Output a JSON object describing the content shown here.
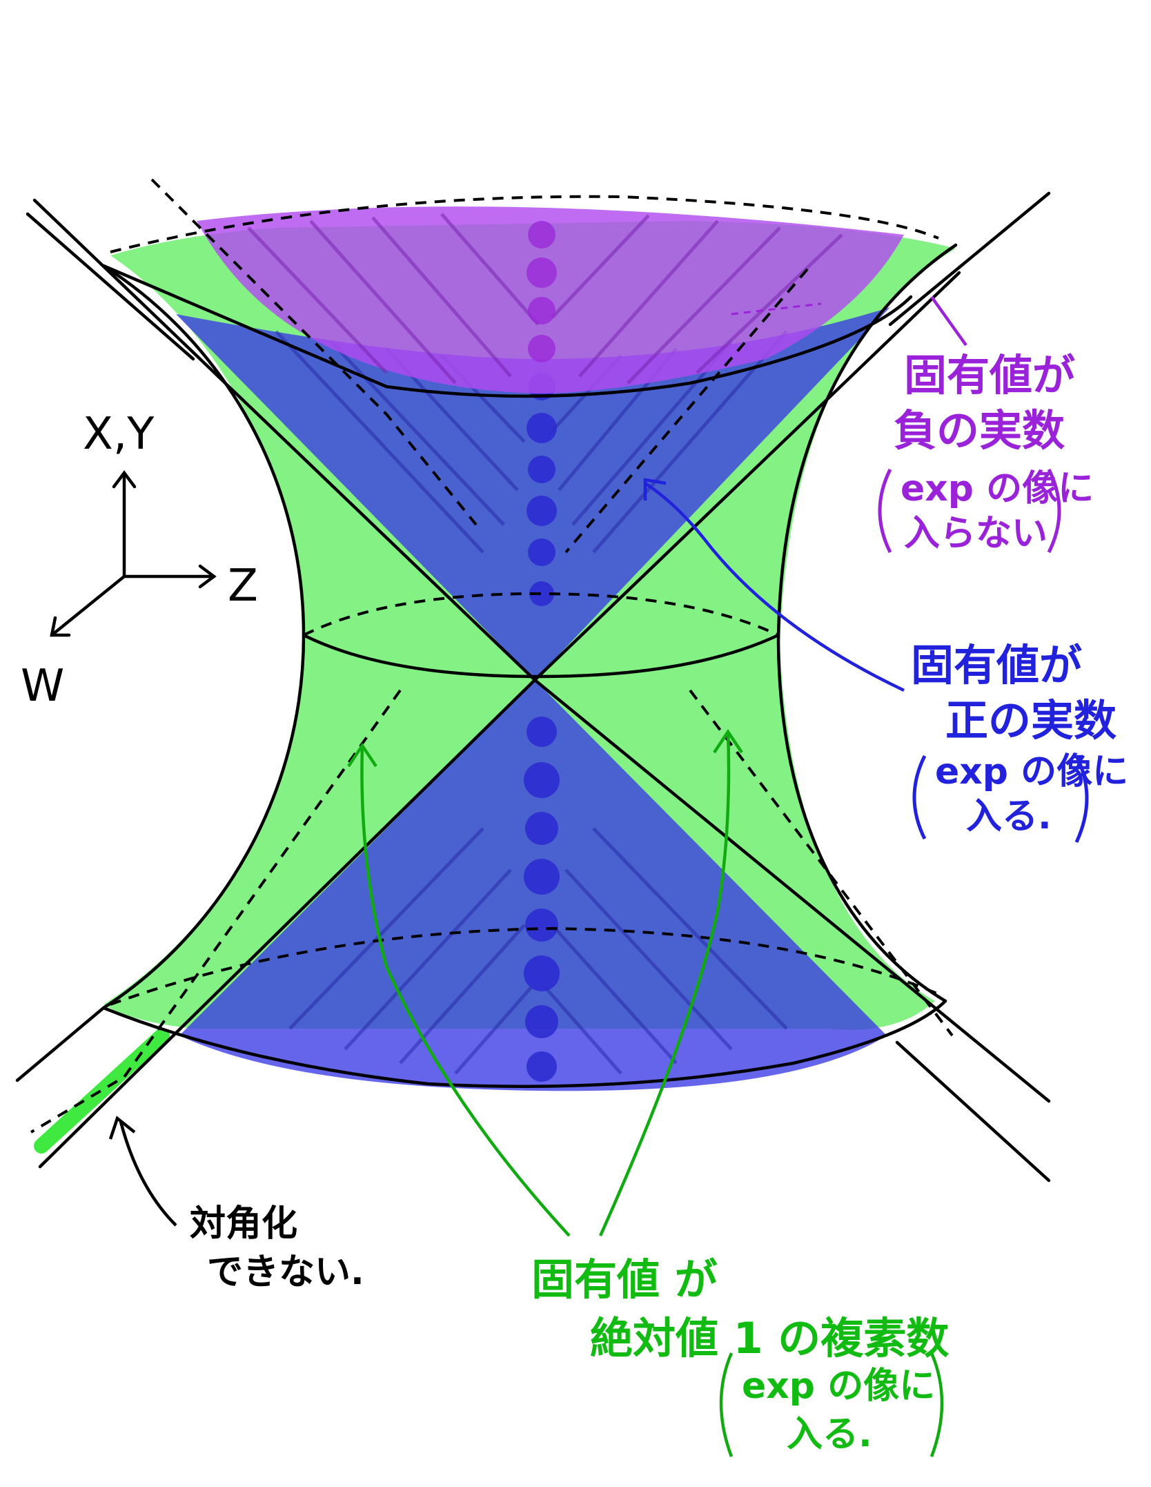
{
  "colors": {
    "negative_real": "#b04cf0",
    "positive_real": "#3535e8",
    "unit_complex": "#1ee51e",
    "outline": "#000000",
    "purple_ink": "#9a22d8",
    "blue_ink": "#2222dd",
    "green_ink": "#11bb11"
  },
  "axes": {
    "vertical": "X,Y",
    "horizontal": "Z",
    "depth": "W"
  },
  "regions": {
    "negative_real": {
      "line1": "固有値が",
      "line2": "負の実数",
      "paren1": "exp の像に",
      "paren2": "入らない"
    },
    "positive_real": {
      "line1": "固有値が",
      "line2": "正の実数",
      "paren1": "exp の像に",
      "paren2": "入る."
    },
    "unit_complex": {
      "line1": "固有値 が",
      "line2": "絶対値 1 の複素数",
      "paren1": "exp の像に",
      "paren2": "入る."
    },
    "non_diagonalizable": {
      "line1": "対角化",
      "line2": "できない."
    }
  }
}
